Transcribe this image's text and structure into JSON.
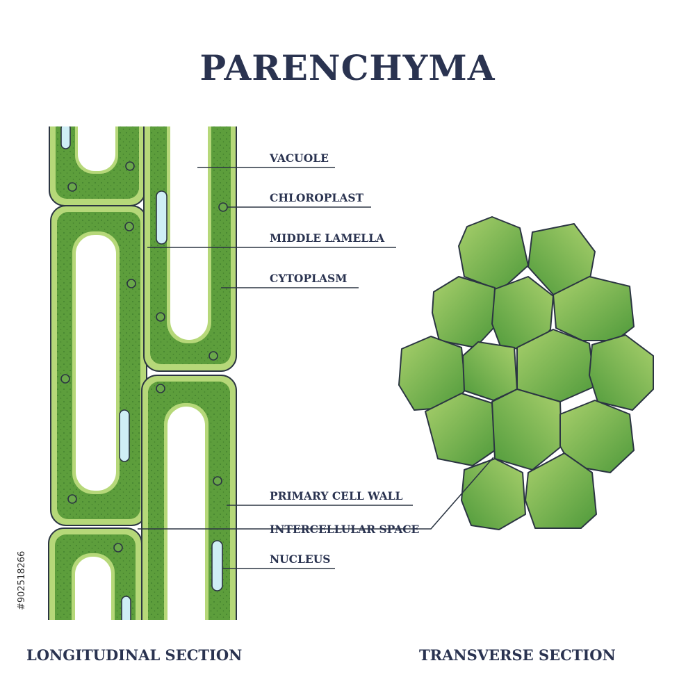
{
  "title": "PARENCHYMA",
  "labels": {
    "vacuole": "VACUOLE",
    "chloroplast": "CHLOROPLAST",
    "middle_lamella": "MIDDLE LAMELLA",
    "cytoplasm": "CYTOPLASM",
    "primary_cell_wall": "PRIMARY CELL WALL",
    "intercellular_space": "INTERCELLULAR SPACE",
    "nucleus": "NUCLEUS"
  },
  "captions": {
    "longitudinal": "LONGITUDINAL SECTION",
    "transverse": "TRANSVERSE SECTION"
  },
  "stock_id": "#902518266",
  "colors": {
    "title": "#2a3350",
    "outline": "#2b3542",
    "cell_wall": "#b6d879",
    "cytoplasm": "#5d9e3c",
    "cytoplasm_dark": "#4b8a31",
    "vacuole": "#ffffff",
    "nucleus": "#cfeef5",
    "transverse_light": "#a9d06c",
    "transverse_dark": "#4f9a3b"
  }
}
